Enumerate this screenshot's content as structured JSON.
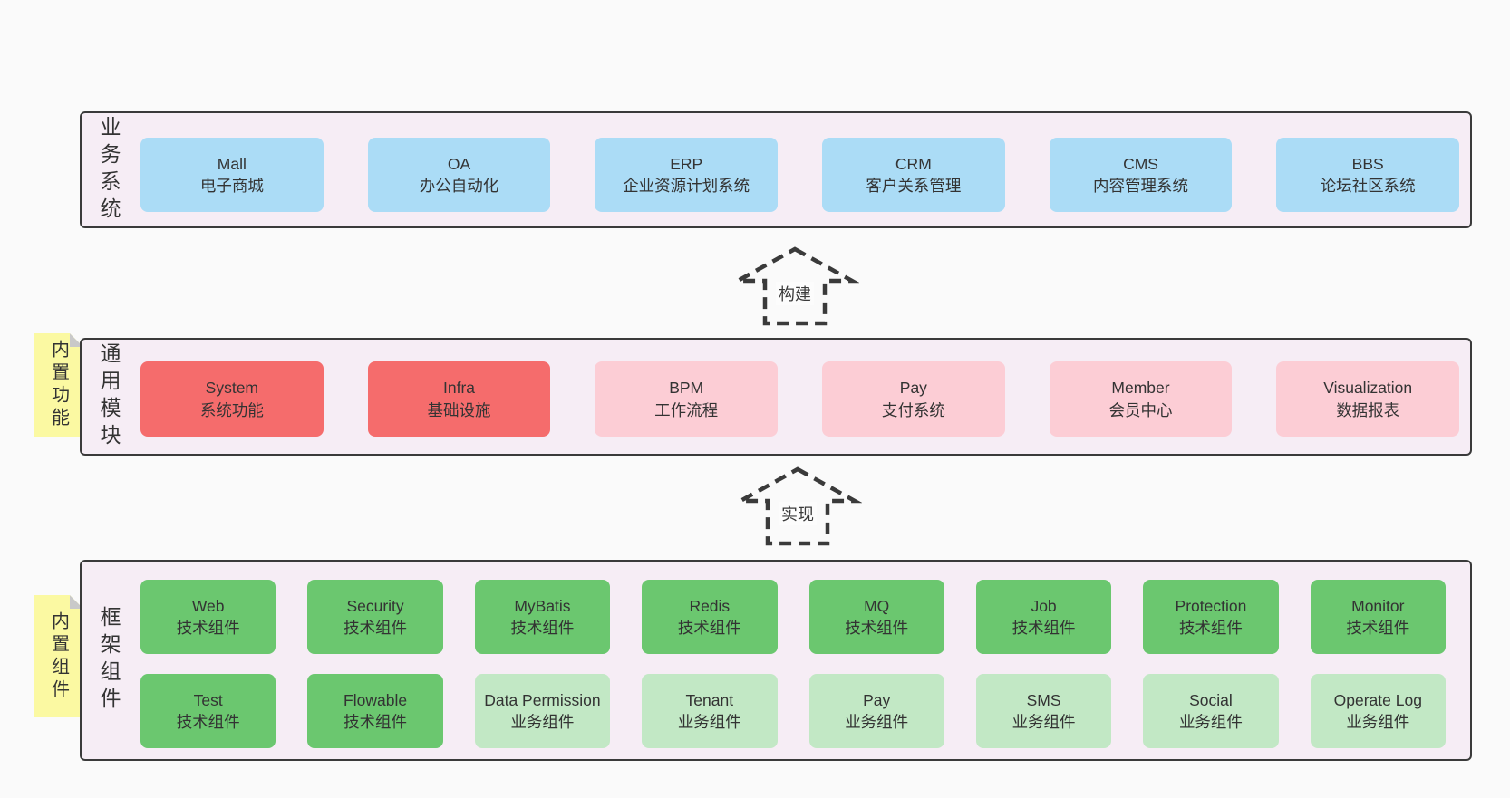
{
  "sections": [
    {
      "label": "业务系统",
      "boxes": [
        {
          "title": "Mall",
          "subtitle": "电子商城"
        },
        {
          "title": "OA",
          "subtitle": "办公自动化"
        },
        {
          "title": "ERP",
          "subtitle": "企业资源计划系统"
        },
        {
          "title": "CRM",
          "subtitle": "客户关系管理"
        },
        {
          "title": "CMS",
          "subtitle": "内容管理系统"
        },
        {
          "title": "BBS",
          "subtitle": "论坛社区系统"
        }
      ]
    },
    {
      "label": "通用模块",
      "sticky": "内置功能",
      "boxes": [
        {
          "title": "System",
          "subtitle": "系统功能"
        },
        {
          "title": "Infra",
          "subtitle": "基础设施"
        },
        {
          "title": "BPM",
          "subtitle": "工作流程"
        },
        {
          "title": "Pay",
          "subtitle": "支付系统"
        },
        {
          "title": "Member",
          "subtitle": "会员中心"
        },
        {
          "title": "Visualization",
          "subtitle": "数据报表"
        }
      ]
    },
    {
      "label": "框架组件",
      "sticky": "内置组件",
      "rows": [
        [
          {
            "title": "Web",
            "subtitle": "技术组件"
          },
          {
            "title": "Security",
            "subtitle": "技术组件"
          },
          {
            "title": "MyBatis",
            "subtitle": "技术组件"
          },
          {
            "title": "Redis",
            "subtitle": "技术组件"
          },
          {
            "title": "MQ",
            "subtitle": "技术组件"
          },
          {
            "title": "Job",
            "subtitle": "技术组件"
          },
          {
            "title": "Protection",
            "subtitle": "技术组件"
          },
          {
            "title": "Monitor",
            "subtitle": "技术组件"
          }
        ],
        [
          {
            "title": "Test",
            "subtitle": "技术组件"
          },
          {
            "title": "Flowable",
            "subtitle": "技术组件"
          },
          {
            "title": "Data Permission",
            "subtitle": "业务组件"
          },
          {
            "title": "Tenant",
            "subtitle": "业务组件"
          },
          {
            "title": "Pay",
            "subtitle": "业务组件"
          },
          {
            "title": "SMS",
            "subtitle": "业务组件"
          },
          {
            "title": "Social",
            "subtitle": "业务组件"
          },
          {
            "title": "Operate Log",
            "subtitle": "业务组件"
          }
        ]
      ]
    }
  ],
  "arrows": [
    {
      "label": "构建"
    },
    {
      "label": "实现"
    }
  ],
  "colors": {
    "page_bg": "#fafafa",
    "panel_bg": "#f6edf5",
    "panel_border": "#3a3a3a",
    "blue_box": "#abdcf6",
    "red_box": "#f56c6c",
    "pink_box": "#fccdd5",
    "green_box": "#6bc76f",
    "light_green_box": "#c2e8c5",
    "sticky_bg": "#fbf9a2",
    "sticky_fold": "#c9c9c9",
    "arrow_stroke": "#3a3a3a",
    "text": "#333333"
  }
}
